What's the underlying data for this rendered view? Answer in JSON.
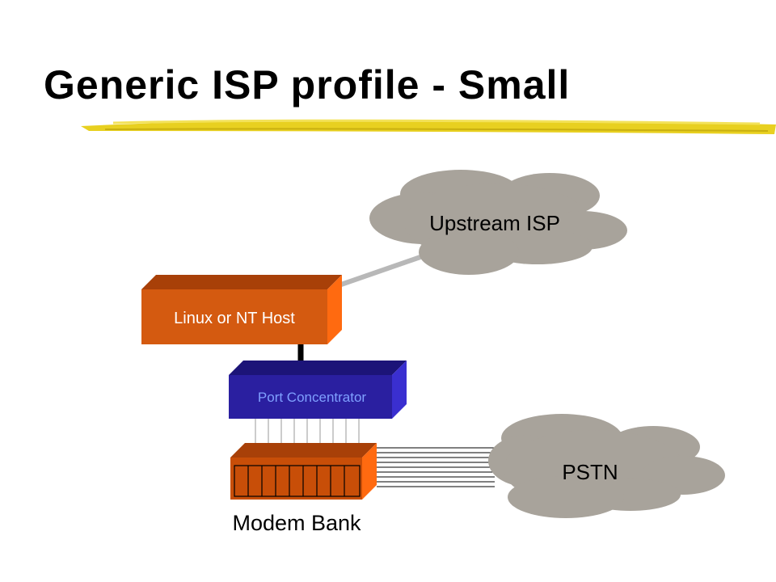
{
  "title": "Generic ISP profile - Small",
  "nodes": {
    "upstream": "Upstream ISP",
    "host": "Linux or NT Host",
    "concentrator": "Port Concentrator",
    "pstn": "PSTN",
    "modem_bank": "Modem Bank"
  },
  "colors": {
    "cloud": "#a8a39b",
    "host_front": "#d45a10",
    "host_top": "#a84008",
    "host_side": "#ff6a10",
    "concentrator_front": "#2a1fa0",
    "concentrator_top": "#1c1478",
    "concentrator_side": "#3a2fd0",
    "modem_front": "#c84e08",
    "underline": "#e8d020"
  }
}
